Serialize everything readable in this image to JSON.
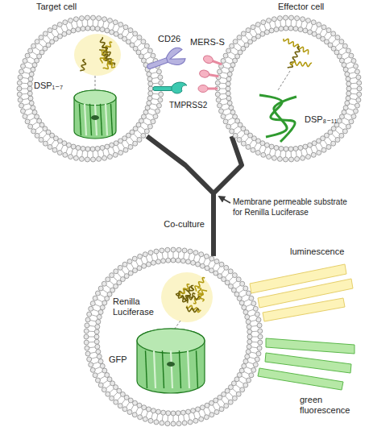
{
  "diagram": {
    "nodes": [
      {
        "text": [
          "Target cell",
          "DSP₁₋₇"
        ]
      },
      {
        "text": [
          "Effector cell",
          "DSP₈₋₁₁"
        ]
      },
      {
        "text": [
          "Renilla Luciferase",
          "GFP"
        ]
      }
    ],
    "edges": [
      {
        "from": 0,
        "to": 2,
        "arrow": "none"
      },
      {
        "from": 1,
        "to": 2,
        "arrow": "none"
      }
    ],
    "labels": [
      "CD26",
      "TMPRSS2",
      "MERS-S",
      "Membrane permeable substrate for Renilla Luciferase",
      "Co-culture",
      "luminescence",
      "green fluorescence"
    ]
  }
}
